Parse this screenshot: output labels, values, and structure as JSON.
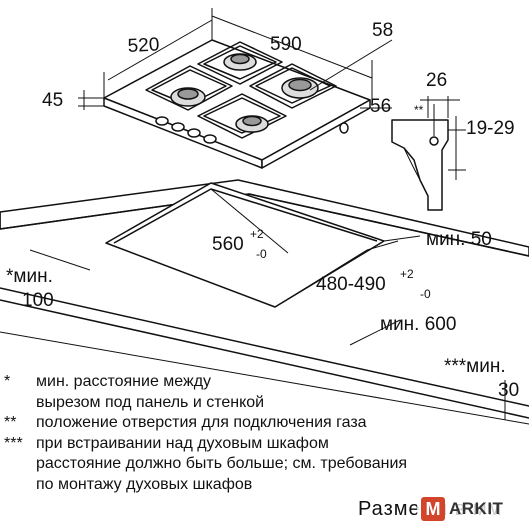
{
  "dimensions": {
    "width_520": "520",
    "width_590": "590",
    "depth_58": "58",
    "height_45": "45",
    "depth_56": "56",
    "clamp_26": "26",
    "clamp_mark": "**",
    "clamp_19_29": "19-29",
    "cutout_560": "560",
    "cutout_560_tol_plus": "+2",
    "cutout_560_tol_minus": "-0",
    "cutout_480_490": "480-490",
    "cutout_480_tol_plus": "+2",
    "cutout_480_tol_minus": "-0",
    "min_50": "мин. 50",
    "min_600": "мин. 600",
    "min_100_label": "*мин.",
    "min_100_value": "100",
    "min_30_label": "***мин.",
    "min_30_value": "30"
  },
  "notes": [
    {
      "mark": "*",
      "lines": [
        "мин. расстояние между",
        "вырезом под панель и стенкой"
      ]
    },
    {
      "mark": "**",
      "lines": [
        "положение отверстия для подключения газа"
      ]
    },
    {
      "mark": "***",
      "lines": [
        "при встраивании над духовым шкафом",
        "расстояние должно быть больше; см. требования",
        "по монтажу духовых шкафов"
      ]
    }
  ],
  "footer_text": "Размеры в мм",
  "logo": {
    "letter": "M",
    "rest": "ARKIT",
    "color": "#d2452b"
  }
}
